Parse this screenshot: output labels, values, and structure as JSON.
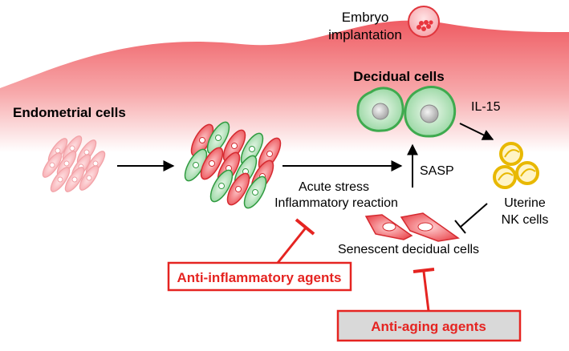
{
  "labels": {
    "embryo": "Embryo",
    "implantation": "implantation",
    "decidual_cells": "Decidual cells",
    "endometrial_cells": "Endometrial cells",
    "il15": "IL-15",
    "sasp": "SASP",
    "acute_stress": "Acute stress",
    "inflammatory_reaction": "Inflammatory reaction",
    "uterine": "Uterine",
    "nk_cells": "NK cells",
    "senescent_decidual_cells": "Senescent decidual cells"
  },
  "agents": {
    "anti_inflammatory": "Anti-inflammatory agents",
    "anti_aging": "Anti-aging agents"
  },
  "colors": {
    "tissue": "#f06a6f",
    "red_cell": "#e23a3f",
    "green_cell": "#3eaa4e",
    "nk_yellow": "#f2c200",
    "inhibitor": "#e52421",
    "anti_aging_box": "#d9d9d9"
  }
}
